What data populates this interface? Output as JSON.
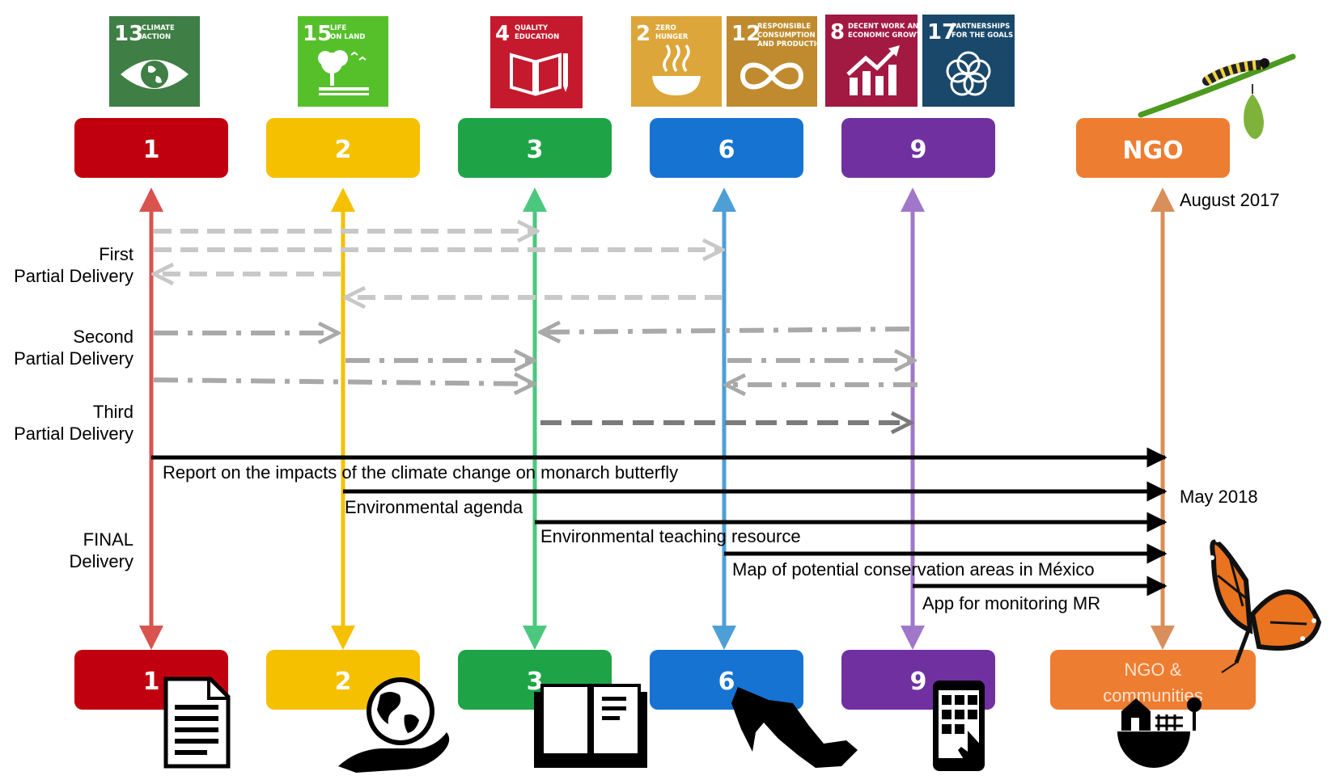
{
  "sdg_goals": [
    {
      "number": "13",
      "line1": "CLIMATE",
      "line2": "ACTION",
      "line3": "",
      "color": "#3F7E44",
      "icon": "eye-earth-icon"
    },
    {
      "number": "15",
      "line1": "LIFE",
      "line2": "ON LAND",
      "line3": "",
      "color": "#56C02B",
      "icon": "tree-icon"
    },
    {
      "number": "4",
      "line1": "QUALITY",
      "line2": "EDUCATION",
      "line3": "",
      "color": "#C5192D",
      "icon": "book-pencil-icon"
    },
    {
      "number": "2",
      "line1": "ZERO",
      "line2": "HUNGER",
      "line3": "",
      "color": "#DDA63A",
      "icon": "bowl-icon"
    },
    {
      "number": "12",
      "line1": "RESPONSIBLE",
      "line2": "CONSUMPTION",
      "line3": "AND PRODUCTION",
      "color": "#BF8B2E",
      "icon": "infinity-icon"
    },
    {
      "number": "8",
      "line1": "DECENT WORK AND",
      "line2": "ECONOMIC GROWTH",
      "line3": "",
      "color": "#A21942",
      "icon": "growth-chart-icon"
    },
    {
      "number": "17",
      "line1": "PARTNERSHIPS",
      "line2": "FOR THE GOALS",
      "line3": "",
      "color": "#19486A",
      "icon": "rings-icon"
    }
  ],
  "teams": [
    {
      "top_label": "1",
      "bottom_label": "1",
      "color": "#C1000F",
      "line_color": "#D9534F",
      "icon": "document-icon"
    },
    {
      "top_label": "2",
      "bottom_label": "2",
      "color": "#F5C000",
      "line_color": "#F5C000",
      "icon": "globe-hand-icon"
    },
    {
      "top_label": "3",
      "bottom_label": "3",
      "color": "#1EA447",
      "line_color": "#4CC77E",
      "icon": "open-book-icon"
    },
    {
      "top_label": "6",
      "bottom_label": "6",
      "color": "#1673D2",
      "line_color": "#4E9FD6",
      "icon": "mexico-map-icon"
    },
    {
      "top_label": "9",
      "bottom_label": "9",
      "color": "#7030A0",
      "line_color": "#A077C9",
      "icon": "smartphone-icon"
    },
    {
      "top_label": "NGO",
      "bottom_label_line1": "NGO &",
      "bottom_label_line2": "communities",
      "color": "#ED7D31",
      "line_color": "#D98F5A",
      "icon": "community-earth-icon"
    }
  ],
  "dates": {
    "start": "August 2017",
    "end": "May 2018"
  },
  "phases": [
    {
      "line1": "First",
      "line2": "Partial Delivery"
    },
    {
      "line1": "Second",
      "line2": "Partial Delivery"
    },
    {
      "line1": "Third",
      "line2": "Partial Delivery"
    },
    {
      "line1": "FINAL",
      "line2": "Delivery"
    }
  ],
  "final_deliverables": [
    "Report on the impacts of the climate change on monarch butterfly",
    "Environmental agenda",
    "Environmental teaching resource",
    "Map of potential conservation areas in México",
    "App for monitoring MR"
  ],
  "decorations": [
    "caterpillar-icon",
    "chrysalis-icon",
    "monarch-butterfly-icon"
  ]
}
